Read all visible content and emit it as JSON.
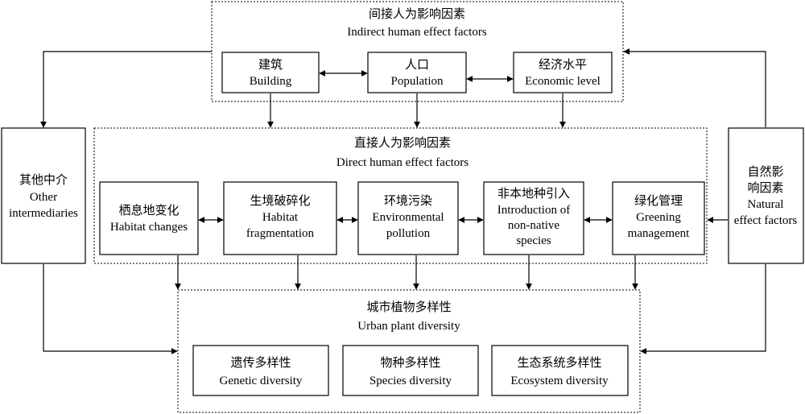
{
  "indirect_group": {
    "zh": "间接人为影响因素",
    "en": "Indirect human effect factors"
  },
  "indirect_items": {
    "building": {
      "zh": "建筑",
      "en": "Building"
    },
    "population": {
      "zh": "人口",
      "en": "Population"
    },
    "economic": {
      "zh": "经济水平",
      "en": "Economic level"
    }
  },
  "direct_group": {
    "zh": "直接人为影响因素",
    "en": "Direct human effect factors"
  },
  "direct_items": {
    "habitat_changes": {
      "zh": "栖息地变化",
      "en": "Habitat changes"
    },
    "habitat_fragmentation": {
      "zh": "生境破碎化",
      "en1": "Habitat",
      "en2": "fragmentation"
    },
    "pollution": {
      "zh": "环境污染",
      "en1": "Environmental",
      "en2": "pollution"
    },
    "introduction": {
      "zh": "非本地种引入",
      "en1": "Introduction of",
      "en2": "non-native",
      "en3": "species"
    },
    "greening": {
      "zh": "绿化管理",
      "en1": "Greening",
      "en2": "management"
    }
  },
  "other": {
    "zh": "其他中介",
    "en1": "Other",
    "en2": "intermediaries"
  },
  "natural": {
    "zh1": "自然影",
    "zh2": "响因素",
    "en1": "Natural",
    "en2": "effect factors"
  },
  "urban_group": {
    "zh": "城市植物多样性",
    "en": "Urban plant diversity"
  },
  "urban_items": {
    "genetic": {
      "zh": "遗传多样性",
      "en": "Genetic diversity"
    },
    "species": {
      "zh": "物种多样性",
      "en": "Species diversity"
    },
    "ecosystem": {
      "zh": "生态系统多样性",
      "en": "Ecosystem diversity"
    }
  }
}
